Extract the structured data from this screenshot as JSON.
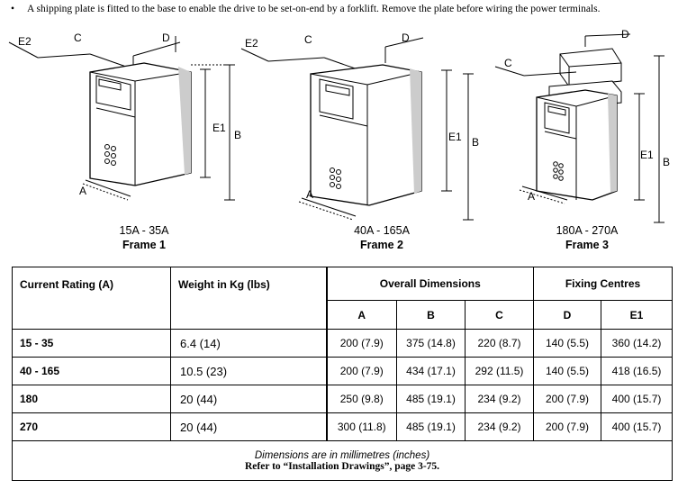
{
  "intro": {
    "bullet": "•",
    "text": "A shipping plate is fitted to the base to enable the drive to be set-on-end by a forklift. Remove the plate before wiring the power terminals."
  },
  "figures": [
    {
      "range": "15A - 35A",
      "frame": "Frame 1",
      "labels": {
        "e2": "E2",
        "c": "C",
        "d": "D",
        "e1": "E1",
        "b": "B",
        "a": "A"
      }
    },
    {
      "range": "40A - 165A",
      "frame": "Frame 2",
      "labels": {
        "e2": "E2",
        "c": "C",
        "d": "D",
        "e1": "E1",
        "b": "B",
        "a": "A"
      }
    },
    {
      "range": "180A - 270A",
      "frame": "Frame 3",
      "labels": {
        "c": "C",
        "d": "D",
        "e1": "E1",
        "b": "B",
        "a": "A"
      }
    }
  ],
  "table": {
    "headers": {
      "rating": "Current Rating (A)",
      "weight": "Weight in Kg (lbs)",
      "overall": "Overall Dimensions",
      "fixing": "Fixing Centres",
      "a": "A",
      "b": "B",
      "c": "C",
      "d": "D",
      "e1": "E1"
    },
    "rows": [
      {
        "rating": "15 - 35",
        "weight": "6.4 (14)",
        "a": "200 (7.9)",
        "b": "375 (14.8)",
        "c": "220 (8.7)",
        "d": "140 (5.5)",
        "e1": "360 (14.2)"
      },
      {
        "rating": "40 - 165",
        "weight": "10.5 (23)",
        "a": "200 (7.9)",
        "b": "434 (17.1)",
        "c": "292 (11.5)",
        "d": "140 (5.5)",
        "e1": "418 (16.5)"
      },
      {
        "rating": "180",
        "weight": "20 (44)",
        "a": "250 (9.8)",
        "b": "485 (19.1)",
        "c": "234 (9.2)",
        "d": "200 (7.9)",
        "e1": "400 (15.7)"
      },
      {
        "rating": "270",
        "weight": "20 (44)",
        "a": "300 (11.8)",
        "b": "485 (19.1)",
        "c": "234 (9.2)",
        "d": "200 (7.9)",
        "e1": "400 (15.7)"
      }
    ],
    "note": "Dimensions are in millimetres (inches)",
    "reference": "Refer to “Installation Drawings”, page 3-75."
  }
}
